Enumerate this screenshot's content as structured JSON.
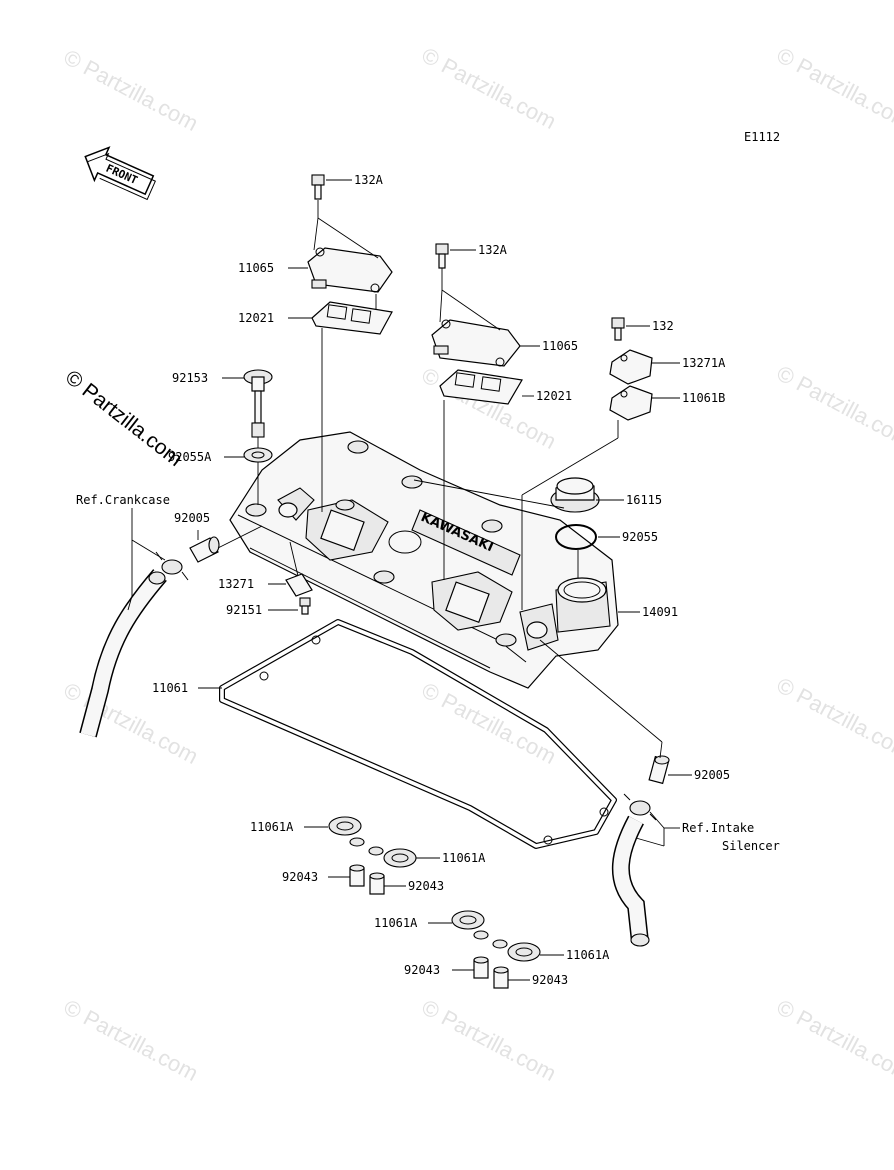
{
  "diagram_code": "E1112",
  "front_label": "FRONT",
  "watermark": "© Partzilla.com",
  "parts": {
    "p132A_top": "132A",
    "p11065_left": "11065",
    "p12021_left": "12021",
    "p132A_mid": "132A",
    "p11065_right": "11065",
    "p12021_right": "12021",
    "p132": "132",
    "p13271A": "13271A",
    "p11061B": "11061B",
    "p92153": "92153",
    "p92055A": "92055A",
    "p92005_left": "92005",
    "p16115": "16115",
    "p92055": "92055",
    "p13271": "13271",
    "p92151": "92151",
    "p14091": "14091",
    "p11061": "11061",
    "p92005_right": "92005",
    "p11061A_1": "11061A",
    "p11061A_2": "11061A",
    "p92043_1": "92043",
    "p92043_2": "92043",
    "p11061A_3": "11061A",
    "p11061A_4": "11061A",
    "p92043_3": "92043",
    "p92043_4": "92043"
  },
  "references": {
    "crankcase": "Ref.Crankcase",
    "intake_line1": "Ref.Intake",
    "intake_line2": "Silencer"
  },
  "cover_emblem": "KAWASAKI"
}
